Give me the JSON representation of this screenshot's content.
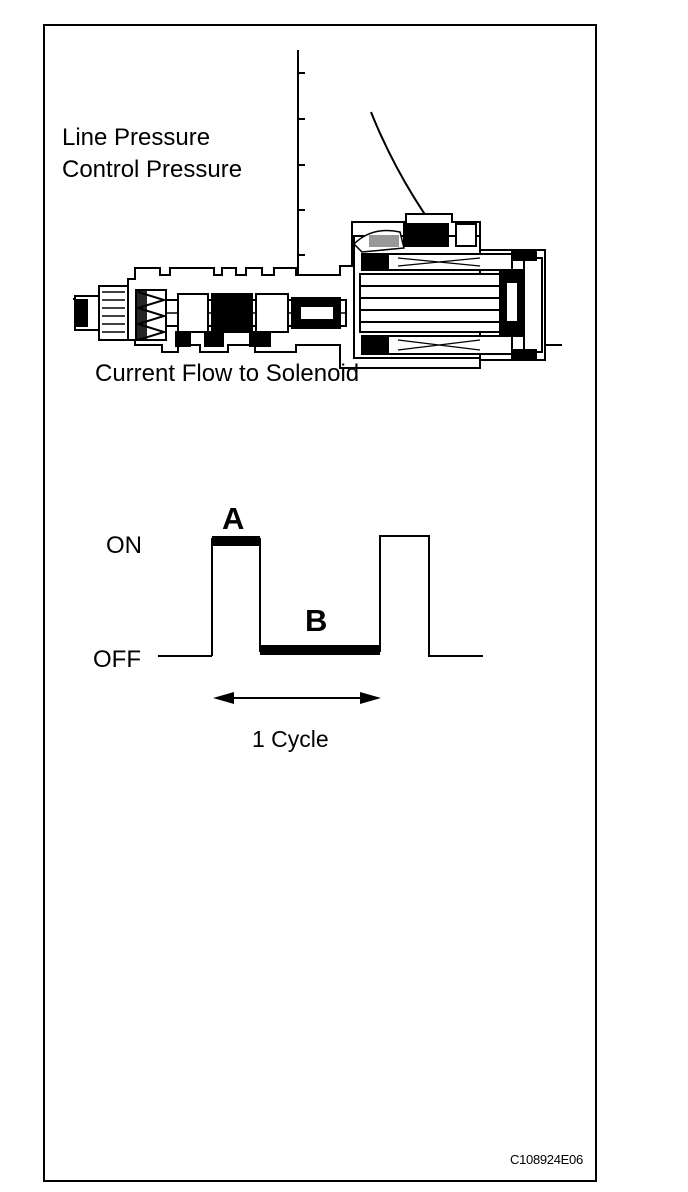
{
  "curve_graph": {
    "y_label_line1": "Line Pressure",
    "y_label_line2": "Control Pressure",
    "x_label": "Current Flow to Solenoid"
  },
  "duty_cycle": {
    "on_label": "ON",
    "off_label": "OFF",
    "label_a": "A",
    "label_b": "B",
    "cycle_label": "1 Cycle"
  },
  "solenoid": {
    "figure_code": "C108924E06"
  }
}
